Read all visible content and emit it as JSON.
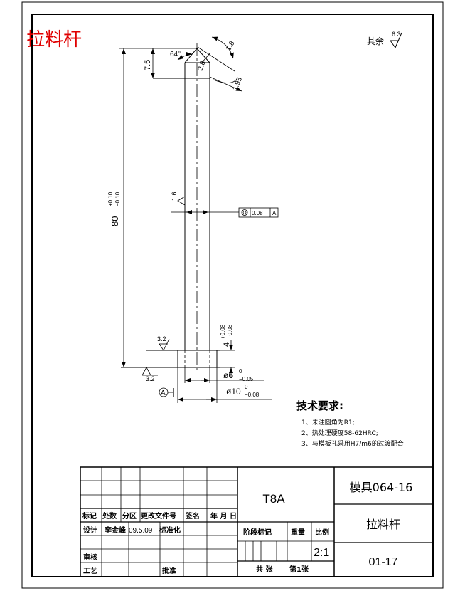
{
  "title": "拉料杆",
  "roughness_rest": {
    "label": "其余",
    "value": "6.3"
  },
  "dims": {
    "top_height": "7.5",
    "angle": "64°",
    "r1": "2.8",
    "r2": "1.8",
    "r3": "1.95",
    "length": "80",
    "length_tol": "+0.10\n−0.10",
    "rough_mid": "1.6",
    "tol_frame_value": "0.08",
    "tol_frame_datum": "A",
    "head_height": "4",
    "head_tol_up": "+0.08",
    "head_tol_down": "−0.08",
    "rough_low1": "3.2",
    "rough_low2": "3.2",
    "dia_small": "ø6",
    "dia_small_tol_up": "0",
    "dia_small_tol_down": "−0.05",
    "dia_big": "ø10",
    "dia_big_tol_up": "0",
    "dia_big_tol_down": "−0.08",
    "datum": "A"
  },
  "tech_req": {
    "heading": "技术要求:",
    "items": [
      "1、未注圆角为R1;",
      "2、热处理硬度58-62HRC;",
      "3、与模板孔采用H7/m6的过渡配合"
    ]
  },
  "title_block": {
    "material": "T8A",
    "drawing_name": "模具064-16",
    "part_name": "拉料杆",
    "drawing_no": "01-17",
    "scale": "2:1",
    "row_labels": [
      "标记",
      "处数",
      "分区",
      "更改文件号",
      "签名",
      "年 月 日"
    ],
    "design_label": "设计",
    "designer": "李金峰",
    "design_date": "09.5.09",
    "standardize_label": "标准化",
    "review_label": "审核",
    "process_label": "工艺",
    "approve_label": "批准",
    "stage_label": "阶段标记",
    "weight_label": "重量",
    "scale_label": "比例",
    "sheets_total_label": "共 张",
    "sheet_label": "第1张"
  }
}
